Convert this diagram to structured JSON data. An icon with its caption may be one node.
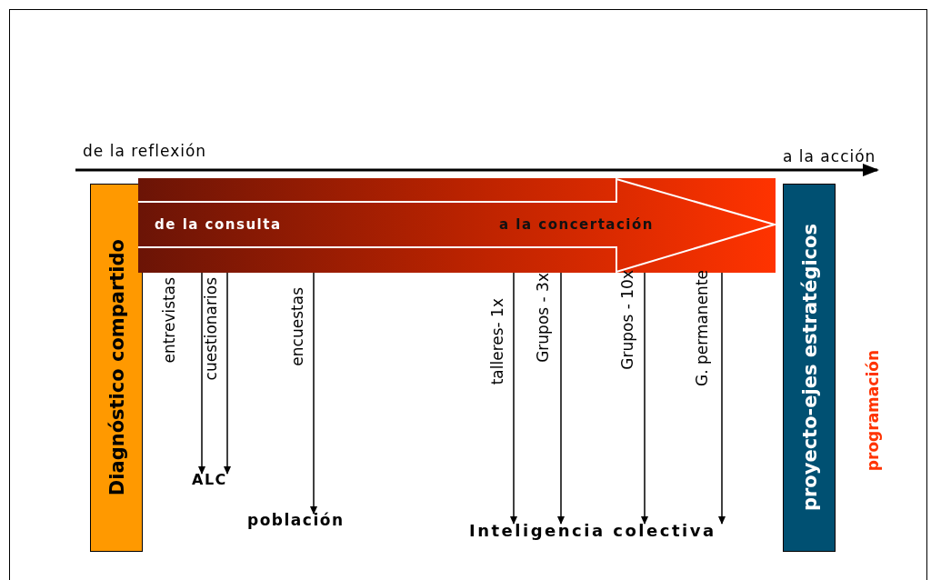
{
  "diagram": {
    "nodes": [
      {
        "text": [
          "Diagnóstico compartido"
        ]
      },
      {
        "text": [
          "de la consulta",
          "a la concertación"
        ]
      },
      {
        "text": [
          "proyecto-ejes estratégicos"
        ]
      },
      {
        "text": [
          "ALC"
        ]
      },
      {
        "text": [
          "población"
        ]
      },
      {
        "text": [
          "Inteligencia colectiva"
        ]
      }
    ],
    "edges": [
      {
        "from": 1,
        "to": 3,
        "arrow": "to",
        "label": "entrevistas"
      },
      {
        "from": 1,
        "to": 3,
        "arrow": "to",
        "label": "cuestionarios"
      },
      {
        "from": 1,
        "to": 4,
        "arrow": "to",
        "label": "encuestas"
      },
      {
        "from": 1,
        "to": 5,
        "arrow": "to",
        "label": "talleres- 1x"
      },
      {
        "from": 1,
        "to": 5,
        "arrow": "to",
        "label": "Grupos - 3x"
      },
      {
        "from": 1,
        "to": 5,
        "arrow": "to",
        "label": "Grupos - 10x"
      },
      {
        "from": 1,
        "to": 5,
        "arrow": "to",
        "label": "G. permanente"
      }
    ],
    "labels": [
      "de la reflexión",
      "a la acción",
      "programación"
    ]
  }
}
